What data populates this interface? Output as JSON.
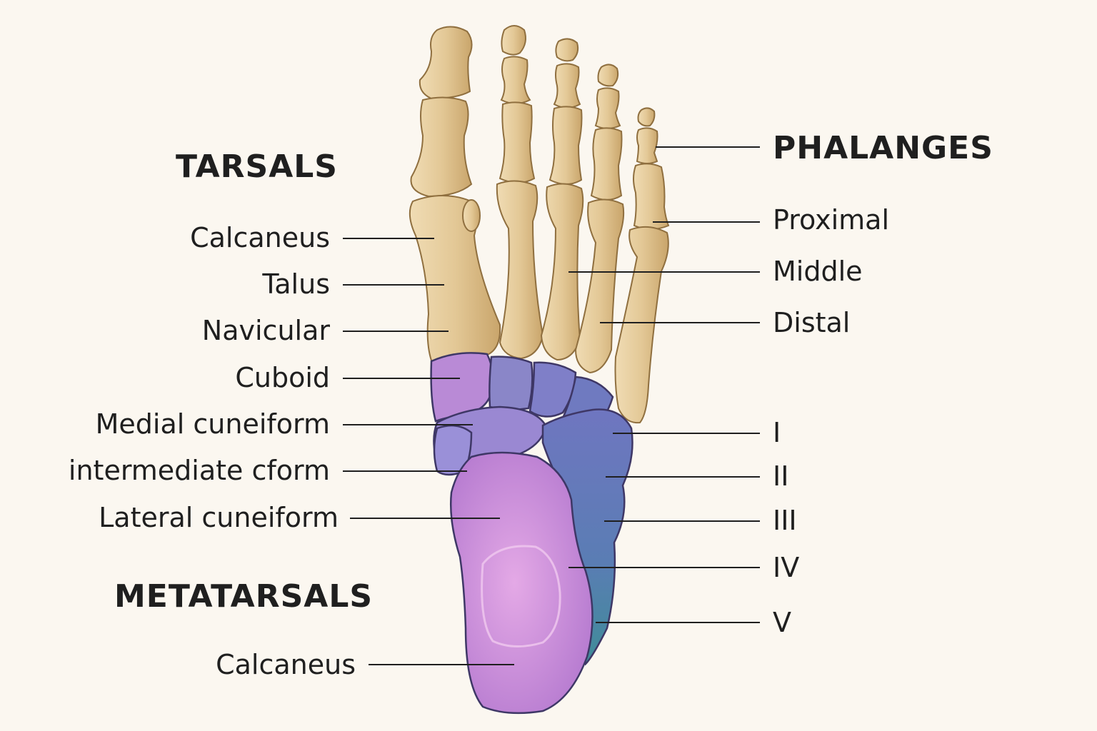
{
  "headings": {
    "tarsals": "TARSALS",
    "phalanges": "PHALANGES",
    "metatarsals": "METATARSALS"
  },
  "left_labels": [
    "Calcaneus",
    "Talus",
    "Navicular",
    "Cuboid",
    "Medial cuneiform",
    "intermediate cform",
    "Lateral cuneiform",
    "Calcaneus"
  ],
  "right_labels": [
    "Proximal",
    "Middle",
    "Distal"
  ],
  "metatarsal_numerals": [
    "I",
    "II",
    "III",
    "IV",
    "V"
  ],
  "colors": {
    "background": "#fbf7f0",
    "bone": "#e3c896",
    "bone_shadow": "#c9a56b",
    "tarsal_violet": "#b98ad6",
    "tarsal_blue": "#7f86c9",
    "calcaneus_pink": "#c98ad8",
    "teal": "#3f8c98",
    "line": "#1f1f1f"
  }
}
